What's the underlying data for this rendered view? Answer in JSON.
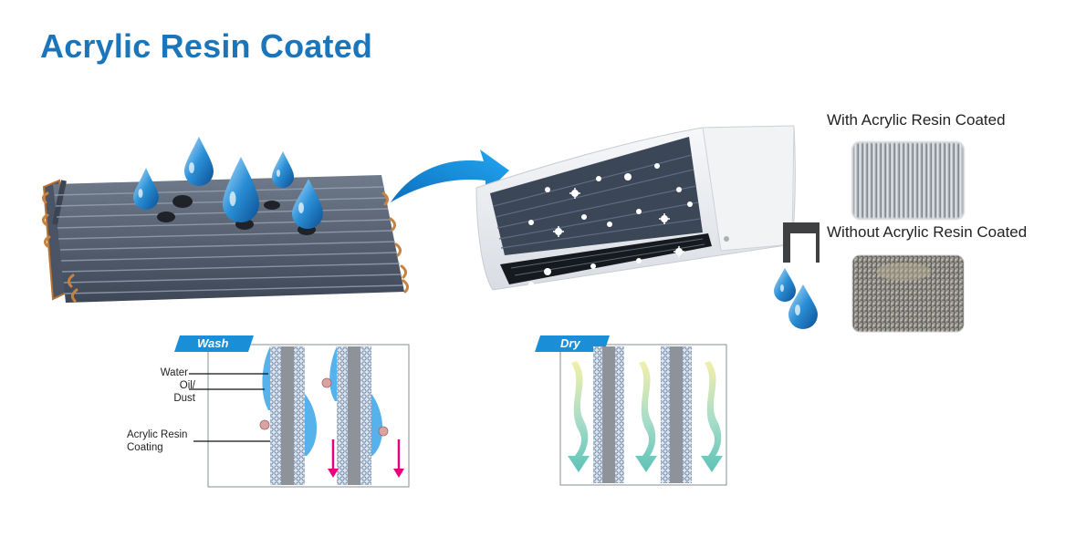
{
  "title": "Acrylic Resin Coated",
  "comparison": {
    "with_label": "With Acrylic Resin Coated",
    "without_label": "Without Acrylic Resin Coated"
  },
  "wash_panel": {
    "tab": "Wash",
    "label_water": "Water",
    "label_oil_dust": "Oil/\nDust",
    "label_coating": "Acrylic Resin\nCoating"
  },
  "dry_panel": {
    "tab": "Dry"
  },
  "colors": {
    "title_blue": "#1b75bb",
    "tab_blue": "#1a8fd8",
    "drop_blue": "#2a8fd6",
    "arrow_magenta": "#e6007e"
  }
}
